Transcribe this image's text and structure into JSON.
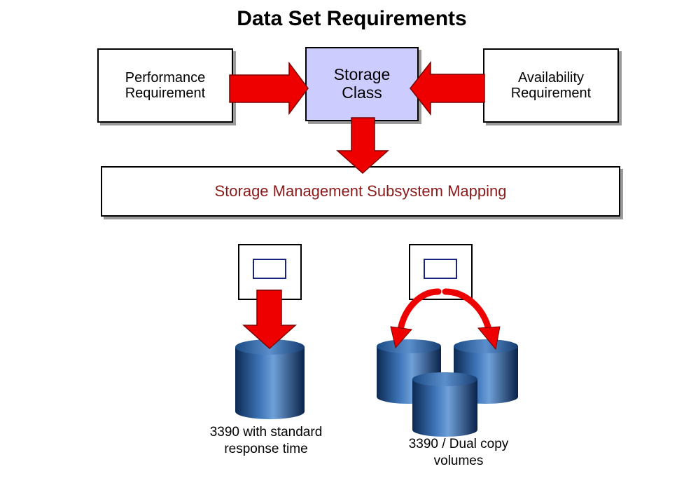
{
  "title": "Data Set Requirements",
  "boxes": {
    "performance": [
      "Performance",
      "Requirement"
    ],
    "storage_class": [
      "Storage",
      "Class"
    ],
    "availability": [
      "Availability",
      "Requirement"
    ],
    "sms_mapping": "Storage Management Subsystem Mapping"
  },
  "captions": {
    "standard": [
      "3390 with standard",
      "response time"
    ],
    "dual_copy": [
      "3390 / Dual copy",
      "volumes"
    ]
  },
  "colors": {
    "arrow": "#ee0000",
    "storage_class_fill": "#ccccff",
    "sms_text": "#8b1a1a",
    "disk": "#2a5b9a",
    "screen_frame": "#1a237e"
  }
}
